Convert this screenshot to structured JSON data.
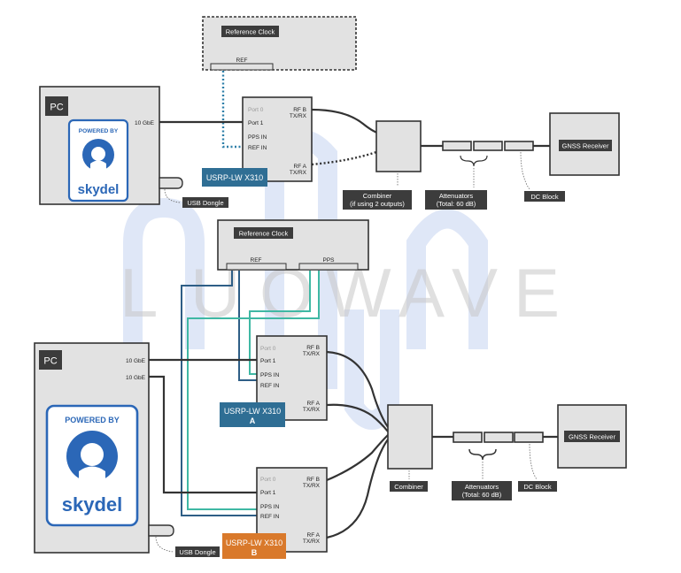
{
  "watermark": {
    "letters": [
      "L",
      "U",
      "O",
      "W",
      "A",
      "V",
      "E"
    ]
  },
  "top": {
    "ref_clock": {
      "title": "Reference Clock",
      "port_ref": "REF"
    },
    "pc": {
      "label": "PC",
      "link_label": "10 GbE"
    },
    "skydel": {
      "powered_by": "POWERED BY",
      "brand": "skydel"
    },
    "usb_label": "USB Dongle",
    "usrp": {
      "name": "USRP-LW X310",
      "ports_left": [
        "Port 0",
        "Port 1",
        "PPS IN",
        "REF IN"
      ],
      "rfb": [
        "RF B",
        "TX/RX"
      ],
      "rfa": [
        "RF A",
        "TX/RX"
      ]
    },
    "combiner_label": [
      "Combiner",
      "(if using 2 outputs)"
    ],
    "attenuators_label": [
      "Attenuators",
      "(Total: 60 dB)"
    ],
    "dcblock_label": "DC Block",
    "gnss": "GNSS Receiver"
  },
  "bottom": {
    "ref_clock": {
      "title": "Reference Clock",
      "port_ref": "REF",
      "port_pps": "PPS"
    },
    "pc": {
      "label": "PC",
      "link1": "10 GbE",
      "link2": "10 GbE"
    },
    "skydel": {
      "powered_by": "POWERED BY",
      "brand": "skydel"
    },
    "usb_label": "USB Dongle",
    "usrp_a": {
      "name": "USRP-LW X310",
      "suffix": "A",
      "ports_left": [
        "Port 0",
        "Port 1",
        "PPS IN",
        "REF IN"
      ],
      "rfb": [
        "RF B",
        "TX/RX"
      ],
      "rfa": [
        "RF A",
        "TX/RX"
      ]
    },
    "usrp_b": {
      "name": "USRP-LW X310",
      "suffix": "B",
      "ports_left": [
        "Port 0",
        "Port 1",
        "PPS IN",
        "REF IN"
      ],
      "rfb": [
        "RF B",
        "TX/RX"
      ],
      "rfa": [
        "RF A",
        "TX/RX"
      ]
    },
    "combiner_label": "Combiner",
    "attenuators_label": [
      "Attenuators",
      "(Total: 60 dB)"
    ],
    "dcblock_label": "DC Block",
    "gnss": "GNSS Receiver"
  },
  "colors": {
    "usrp_blue": "#2f6e94",
    "usrp_orange": "#d9792b",
    "skydel_blue": "#2b67b7",
    "teal_cable": "#3fb8a4",
    "navy_cable": "#2e5e86",
    "label_bg": "#3c3c3c"
  }
}
